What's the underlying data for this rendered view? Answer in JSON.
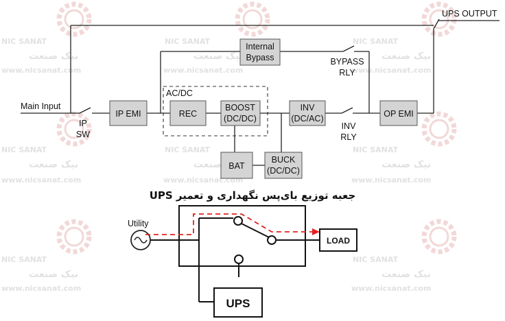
{
  "watermark": {
    "brand_en": "NIC SANAT",
    "brand_fa": "نیک صنعت",
    "url": "www.nicsanat.com"
  },
  "top_diagram": {
    "labels": {
      "ups_output": "UPS OUTPUT",
      "main_input": "Main Input",
      "ip_sw_1": "IP",
      "ip_sw_2": "SW",
      "acdc": "AC/DC",
      "bypass_rly_1": "BYPASS",
      "bypass_rly_2": "RLY",
      "inv_rly_1": "INV",
      "inv_rly_2": "RLY"
    },
    "blocks": {
      "internal_bypass_1": "Internal",
      "internal_bypass_2": "Bypass",
      "ip_emi": "IP EMI",
      "rec": "REC",
      "boost_1": "BOOST",
      "boost_2": "(DC/DC)",
      "inv_1": "INV",
      "inv_2": "(DC/AC)",
      "op_emi": "OP EMI",
      "bat": "BAT",
      "buck_1": "BUCK",
      "buck_2": "(DC/DC)"
    }
  },
  "caption": "جعبه توزیع بای‌پس نگهداری و تعمیر UPS",
  "bottom_diagram": {
    "utility": "Utility",
    "load": "LOAD",
    "ups": "UPS"
  },
  "colors": {
    "block_fill": "#d4d4d4",
    "line": "#222222",
    "flow_arrow": "#e02020",
    "watermark": "#c9c9c9"
  }
}
